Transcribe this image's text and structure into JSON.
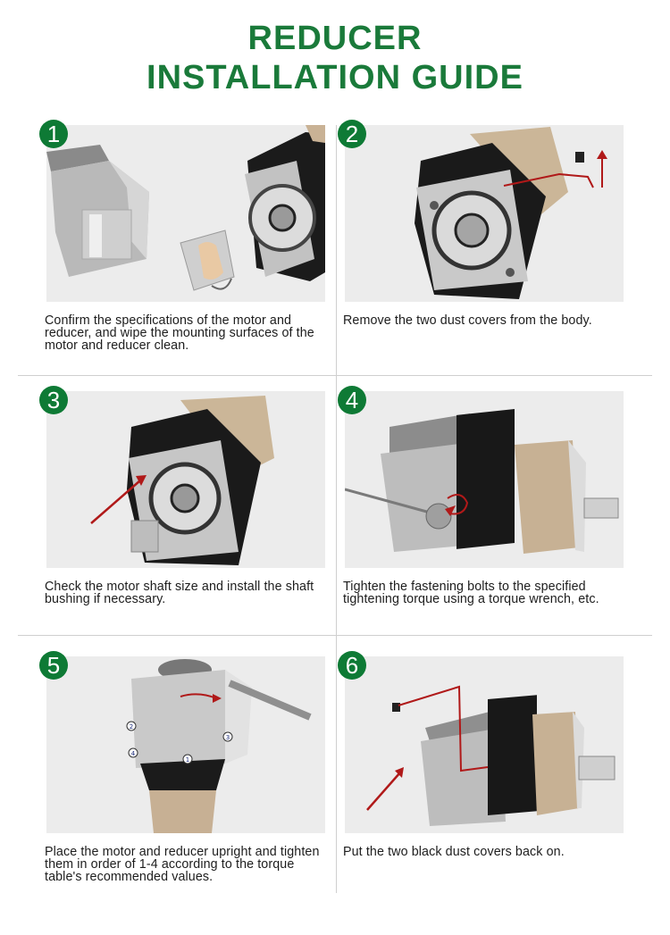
{
  "title": {
    "line1": "REDUCER",
    "line2": "INSTALLATION GUIDE"
  },
  "steps": [
    {
      "number": "1",
      "text": "Confirm the specifications of the motor and reducer, and wipe the mounting surfaces of the motor and reducer clean."
    },
    {
      "number": "2",
      "text": "Remove the two dust covers from the body."
    },
    {
      "number": "3",
      "text": "Check the motor shaft size and install the shaft bushing if necessary."
    },
    {
      "number": "4",
      "text": "Tighten the fastening bolts to the specified tightening torque using a torque wrench, etc."
    },
    {
      "number": "5",
      "text": "Place the motor and reducer upright and tighten them in order of 1-4 according to the torque table's recommended values."
    },
    {
      "number": "6",
      "text": "Put the two black dust covers back on."
    }
  ],
  "order_marks": [
    "1",
    "2",
    "3",
    "4"
  ],
  "colors": {
    "brand_green": "#1a7a3a",
    "badge_green": "#0e7a35",
    "arrow_red": "#b01919"
  }
}
